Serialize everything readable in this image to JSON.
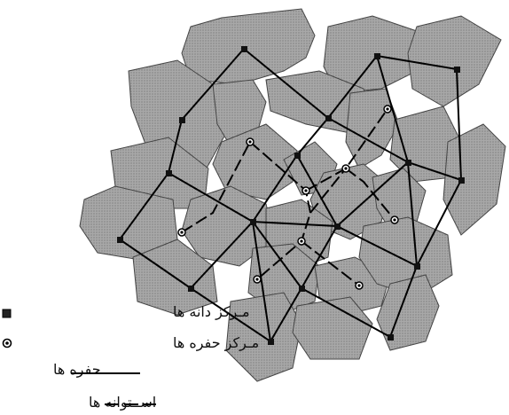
{
  "legend": {
    "grain_center": "مـرکز دانه ها",
    "pore_center": "مـرکز حفره ها",
    "pores": "حفره ها",
    "throats": "اســتوانه ها"
  },
  "colors": {
    "grain_fill": "#a9a9a9",
    "grain_stroke": "#444444",
    "line": "#000000",
    "background": "#ffffff"
  },
  "icons": {
    "grain_center": "filled-square-marker",
    "pore_center": "circled-dot-marker",
    "pores": "solid-line",
    "throats": "dashed-line"
  }
}
